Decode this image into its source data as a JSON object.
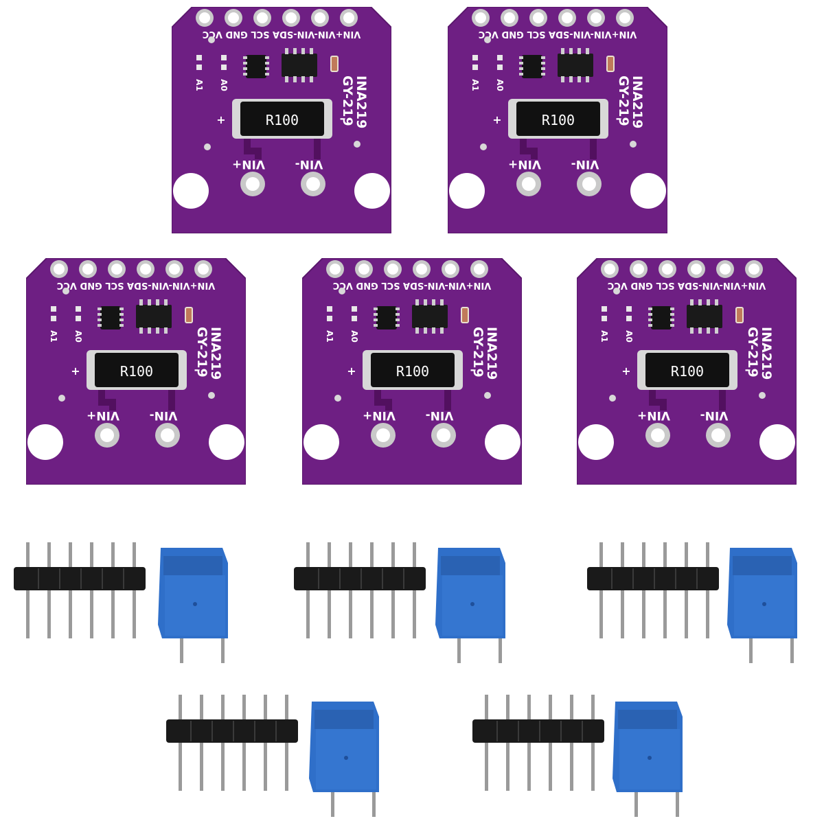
{
  "product_photo": {
    "board_count": 5,
    "header_count": 5,
    "terminal_count": 5,
    "colors": {
      "pcb": "#6e1f83",
      "pcb_edge": "#5a176c",
      "terminal_blue": "#2f6fc9",
      "header_black": "#1a1a1a",
      "pin_silver": "#9a9a9a"
    },
    "board_silkscreen": {
      "top_pins": [
        "VIN+",
        "VIN-",
        "VIN-",
        "SDA",
        "SCL",
        "GND",
        "VCC"
      ],
      "top_pin_row": "VIN+VIN-VIN-SDA SCL GND VCC",
      "model": "INA219",
      "board_name": "GY-219",
      "resistor": "R100",
      "address_pads": [
        "A1",
        "A0"
      ],
      "plus": "+",
      "minus": "-",
      "vin_plus": "VIN+",
      "vin_minus": "VIN-"
    }
  }
}
